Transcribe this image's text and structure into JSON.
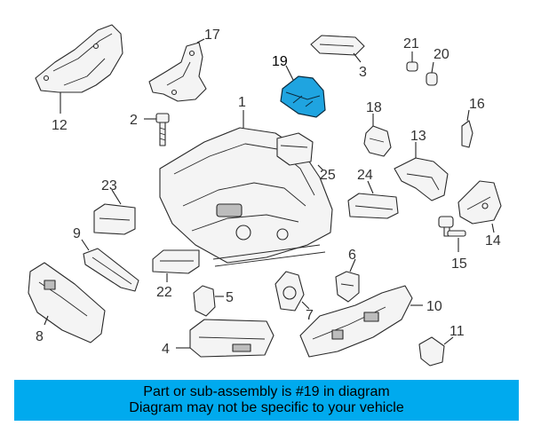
{
  "diagram": {
    "highlight_color": "#1fa4e0",
    "selected_part": "19",
    "callouts": {
      "p1": "1",
      "p2": "2",
      "p3": "3",
      "p4": "4",
      "p5": "5",
      "p6": "6",
      "p7": "7",
      "p8": "8",
      "p9": "9",
      "p10": "10",
      "p11": "11",
      "p12": "12",
      "p13": "13",
      "p14": "14",
      "p15": "15",
      "p16": "16",
      "p17": "17",
      "p18": "18",
      "p19": "19",
      "p20": "20",
      "p21": "21",
      "p22": "22",
      "p23": "23",
      "p24": "24",
      "p25": "25"
    }
  },
  "banner": {
    "background": "#00aaee",
    "line1": "Part or sub-assembly is #19 in diagram",
    "line2": "Diagram may not be specific to your vehicle"
  }
}
